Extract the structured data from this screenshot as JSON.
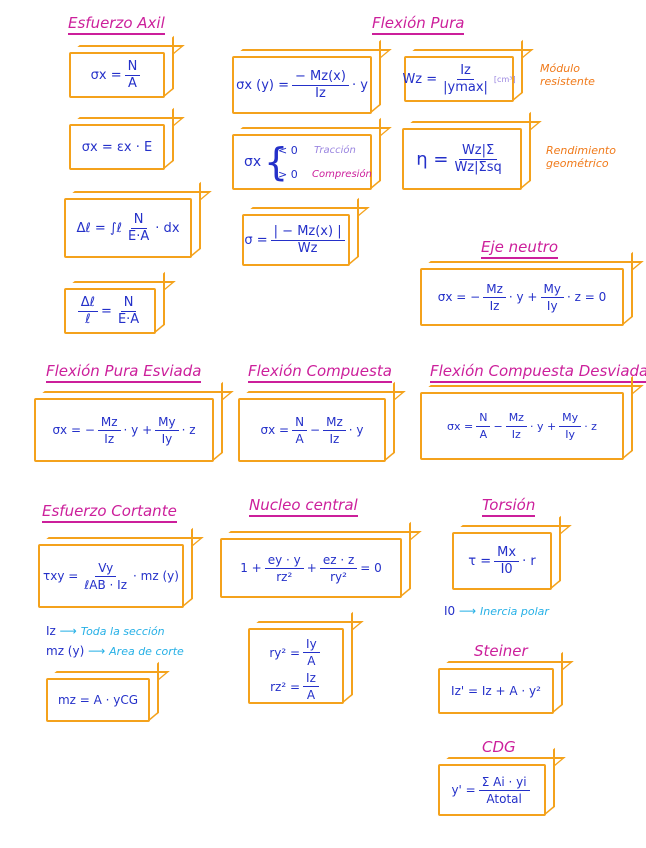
{
  "titles": {
    "axil": "Esfuerzo Axil",
    "flexion_pura": "Flexión Pura",
    "eje_neutro": "Eje neutro",
    "flexion_esviada": "Flexión Pura Esviada",
    "flexion_compuesta": "Flexión Compuesta",
    "flexion_compuesta_desviada": "Flexión Compuesta Desviada",
    "cortante": "Esfuerzo Cortante",
    "nucleo": "Nucleo central",
    "torsion": "Torsión",
    "steiner": "Steiner",
    "cdg": "CDG"
  },
  "formulas": {
    "axil_1": {
      "lhs": "σx =",
      "num": "N",
      "den": "A"
    },
    "axil_2": {
      "text": "σx = εx · E"
    },
    "axil_3": {
      "lhs": "Δℓ = ∫ℓ",
      "num": "N",
      "den": "E·A",
      "rhs": "· dx"
    },
    "axil_4": {
      "num1": "Δℓ",
      "den1": "ℓ",
      "eq": "=",
      "num2": "N",
      "den2": "E·A"
    },
    "fp_1": {
      "lhs": "σx (y) =",
      "num": "− Mz(x)",
      "den": "Iz",
      "rhs": "· y"
    },
    "fp_2": {
      "lhs": "σx",
      "c1": "< 0",
      "c2": "> 0"
    },
    "fp_3": {
      "lhs": "σ =",
      "num": "| − Mz(x) |",
      "den": "Wz"
    },
    "fp_4": {
      "lhs": "Wz =",
      "num": "Iz",
      "den": "|ymax|",
      "unit": "[cm³]"
    },
    "fp_5": {
      "lhs": "η =",
      "num": "Wz|Σ",
      "den": "Wz|Σsq"
    },
    "eje": {
      "lhs": "σx = −",
      "num1": "Mz",
      "den1": "Iz",
      "mid": "· y +",
      "num2": "My",
      "den2": "Iy",
      "rhs": "· z = 0"
    },
    "esv": {
      "lhs": "σx = −",
      "num1": "Mz",
      "den1": "Iz",
      "mid": "· y +",
      "num2": "My",
      "den2": "Iy",
      "rhs": "· z"
    },
    "comp": {
      "lhs": "σx =",
      "num1": "N",
      "den1": "A",
      "mid": "−",
      "num2": "Mz",
      "den2": "Iz",
      "rhs": "· y"
    },
    "compd": {
      "lhs": "σx =",
      "num1": "N",
      "den1": "A",
      "mid1": "−",
      "num2": "Mz",
      "den2": "Iz",
      "mid2": "· y +",
      "num3": "My",
      "den3": "Iy",
      "rhs": "· z"
    },
    "cort_1": {
      "lhs": "τxy =",
      "num": "Vy",
      "den": "ℓAB · Iz",
      "rhs": "· mz (y)"
    },
    "cort_2": {
      "text": "mz = A · yCG"
    },
    "nuc_1": {
      "lhs": "1 +",
      "num1": "ey · y",
      "den1": "rz²",
      "mid": "+",
      "num2": "ez · z",
      "den2": "ry²",
      "rhs": "= 0"
    },
    "nuc_2": {
      "lhs": "ry² =",
      "num": "Iy",
      "den": "A"
    },
    "nuc_3": {
      "lhs": "rz² =",
      "num": "Iz",
      "den": "A"
    },
    "tors": {
      "lhs": "τ =",
      "num": "Mx",
      "den": "I0",
      "rhs": "· r"
    },
    "stein": {
      "text": "Iz' = Iz + A · y²"
    },
    "cdg": {
      "lhs": "y' =",
      "num": "Σ Ai · yi",
      "den": "Atotal"
    }
  },
  "notes": {
    "traccion": "Tracción",
    "compresion": "Compresión",
    "modulo": "Módulo resistente",
    "rendimiento": "Rendimiento geométrico",
    "iz_label": "Iz",
    "iz_text": "Toda la sección",
    "mz_label": "mz (y)",
    "mz_text": "Area de corte",
    "io_label": "I0",
    "io_text": "Inercia polar"
  }
}
